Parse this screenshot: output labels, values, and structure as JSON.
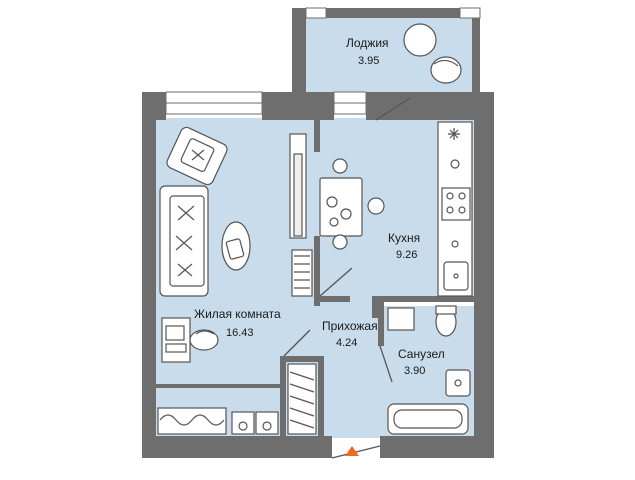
{
  "plan": {
    "rooms": [
      {
        "id": "loggia",
        "name": "Лоджия",
        "area": "3.95"
      },
      {
        "id": "kitchen",
        "name": "Кухня",
        "area": "9.26"
      },
      {
        "id": "living",
        "name": "Жилая комната",
        "area": "16.43"
      },
      {
        "id": "hall",
        "name": "Прихожая",
        "area": "4.24"
      },
      {
        "id": "bathroom",
        "name": "Санузел",
        "area": "3.90"
      }
    ],
    "colors": {
      "floor": "#c9dcec",
      "wall": "#6e6e6e",
      "furniture_fill": "#ffffff",
      "furniture_stroke": "#555555",
      "entrance_marker": "#f26a1b"
    }
  }
}
